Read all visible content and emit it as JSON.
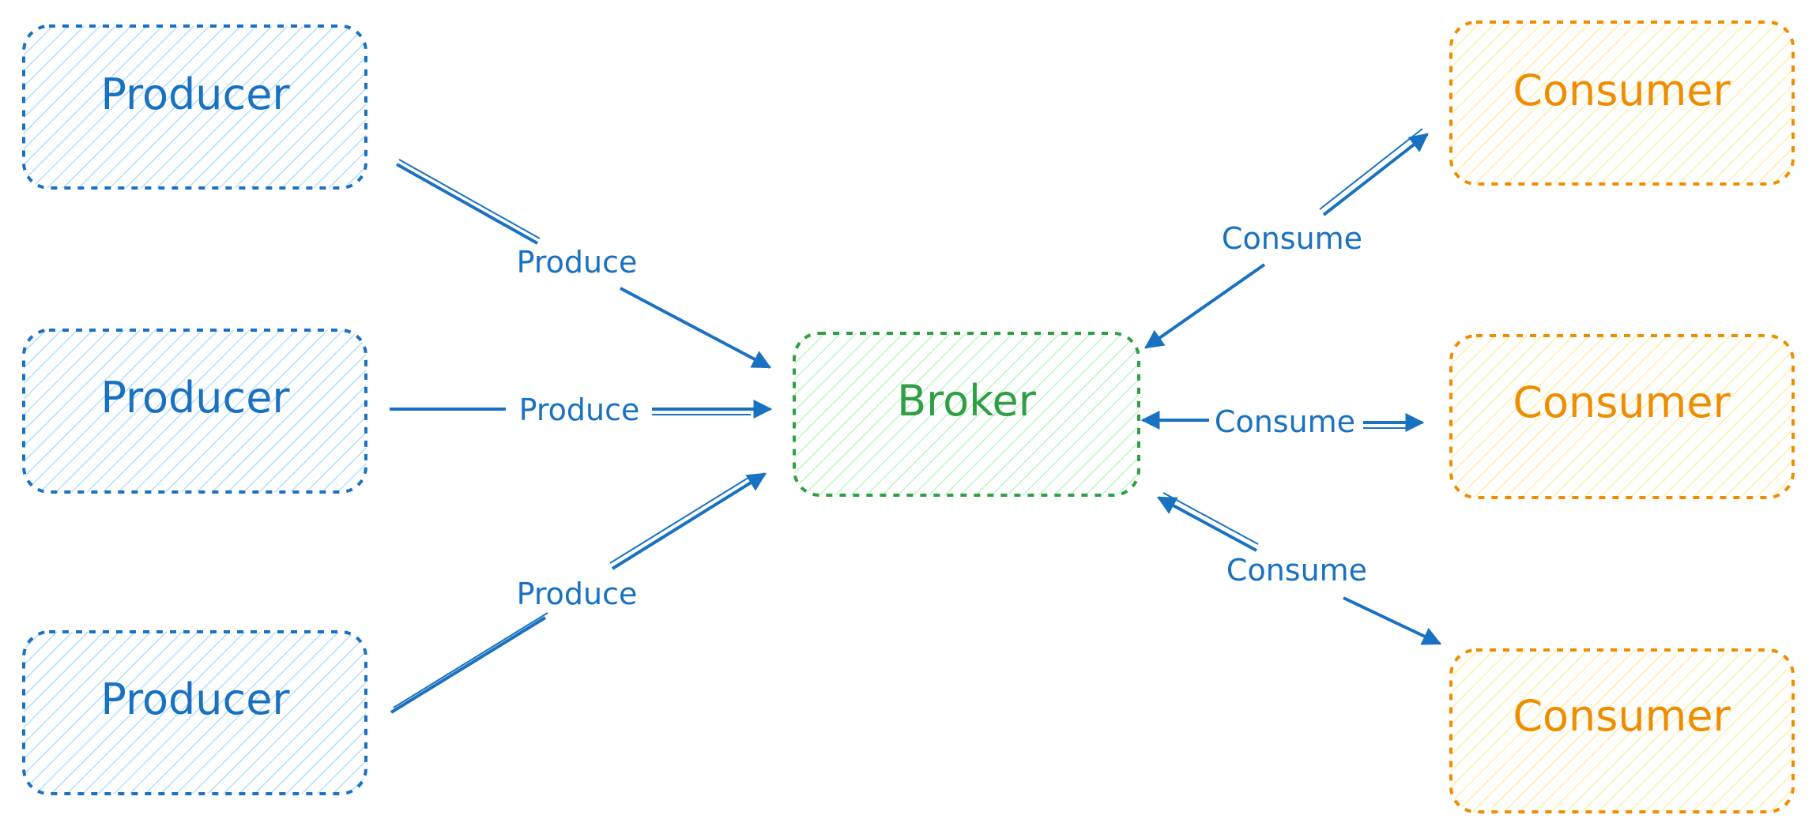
{
  "colors": {
    "producer_stroke": "#1971c2",
    "producer_fill": "#a5d8ff",
    "producer_text": "#1971c2",
    "broker_stroke": "#2f9e44",
    "broker_fill": "#b2f2bb",
    "broker_text": "#2f9e44",
    "consumer_stroke": "#f08c00",
    "consumer_fill": "#ffec99",
    "consumer_text": "#f08c00",
    "arrow": "#1971c2",
    "edge_text": "#1971c2"
  },
  "producers": [
    {
      "label": "Producer"
    },
    {
      "label": "Producer"
    },
    {
      "label": "Producer"
    }
  ],
  "broker": {
    "label": "Broker"
  },
  "consumers": [
    {
      "label": "Consumer"
    },
    {
      "label": "Consumer"
    },
    {
      "label": "Consumer"
    }
  ],
  "produce_edges": [
    {
      "label": "Produce"
    },
    {
      "label": "Produce"
    },
    {
      "label": "Produce"
    }
  ],
  "consume_edges": [
    {
      "label": "Consume"
    },
    {
      "label": "Consume"
    },
    {
      "label": "Consume"
    }
  ]
}
